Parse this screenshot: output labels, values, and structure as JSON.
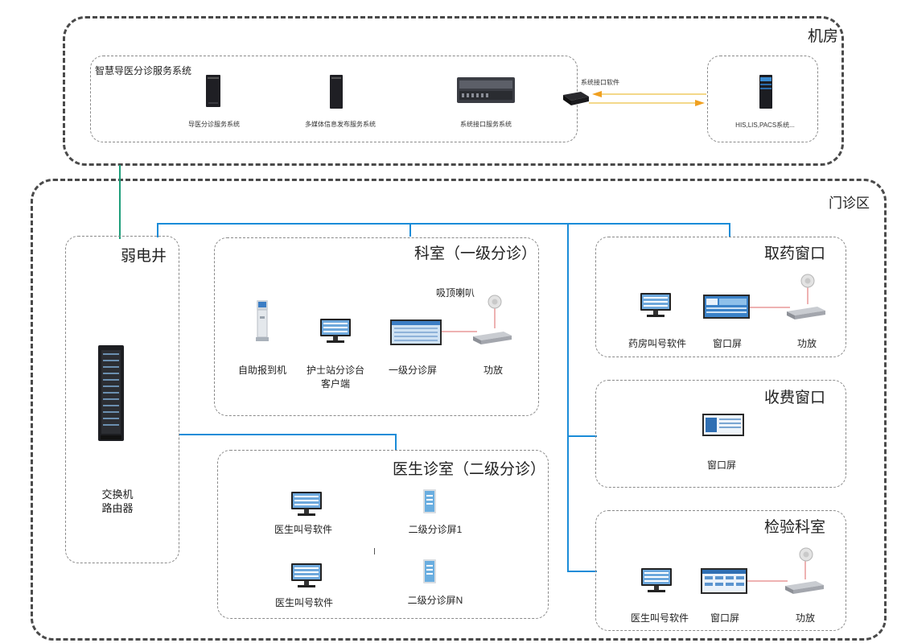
{
  "machine_room": {
    "title": "机房",
    "smart_system": {
      "title": "智慧导医分诊服务系统",
      "servers": [
        "导医分诊服务系统",
        "多媒体信息发布服务系统",
        "系统接口服务系统"
      ]
    },
    "interface_label": "系统接口软件",
    "his_label": "HIS,LIS,PACS系统..."
  },
  "outpatient": {
    "title": "门诊区",
    "weak_well": {
      "title": "弱电井",
      "device_label": "交换机\n路由器"
    },
    "dept": {
      "title": "科室（一级分诊）",
      "speaker_label": "吸顶喇叭",
      "devices": [
        "自助报到机",
        "护士站分诊台\n客户端",
        "一级分诊屏",
        "功放"
      ]
    },
    "doctor_room": {
      "title": "医生诊室（二级分诊）",
      "devices": [
        "医生叫号软件",
        "二级分诊屏1",
        "医生叫号软件",
        "二级分诊屏N"
      ]
    },
    "pharmacy": {
      "title": "取药窗口",
      "devices": [
        "药房叫号软件",
        "窗口屏",
        "功放"
      ]
    },
    "cashier": {
      "title": "收费窗口",
      "devices": [
        "窗口屏"
      ]
    },
    "lab": {
      "title": "检验科室",
      "devices": [
        "医生叫号软件",
        "窗口屏",
        "功放"
      ]
    }
  }
}
